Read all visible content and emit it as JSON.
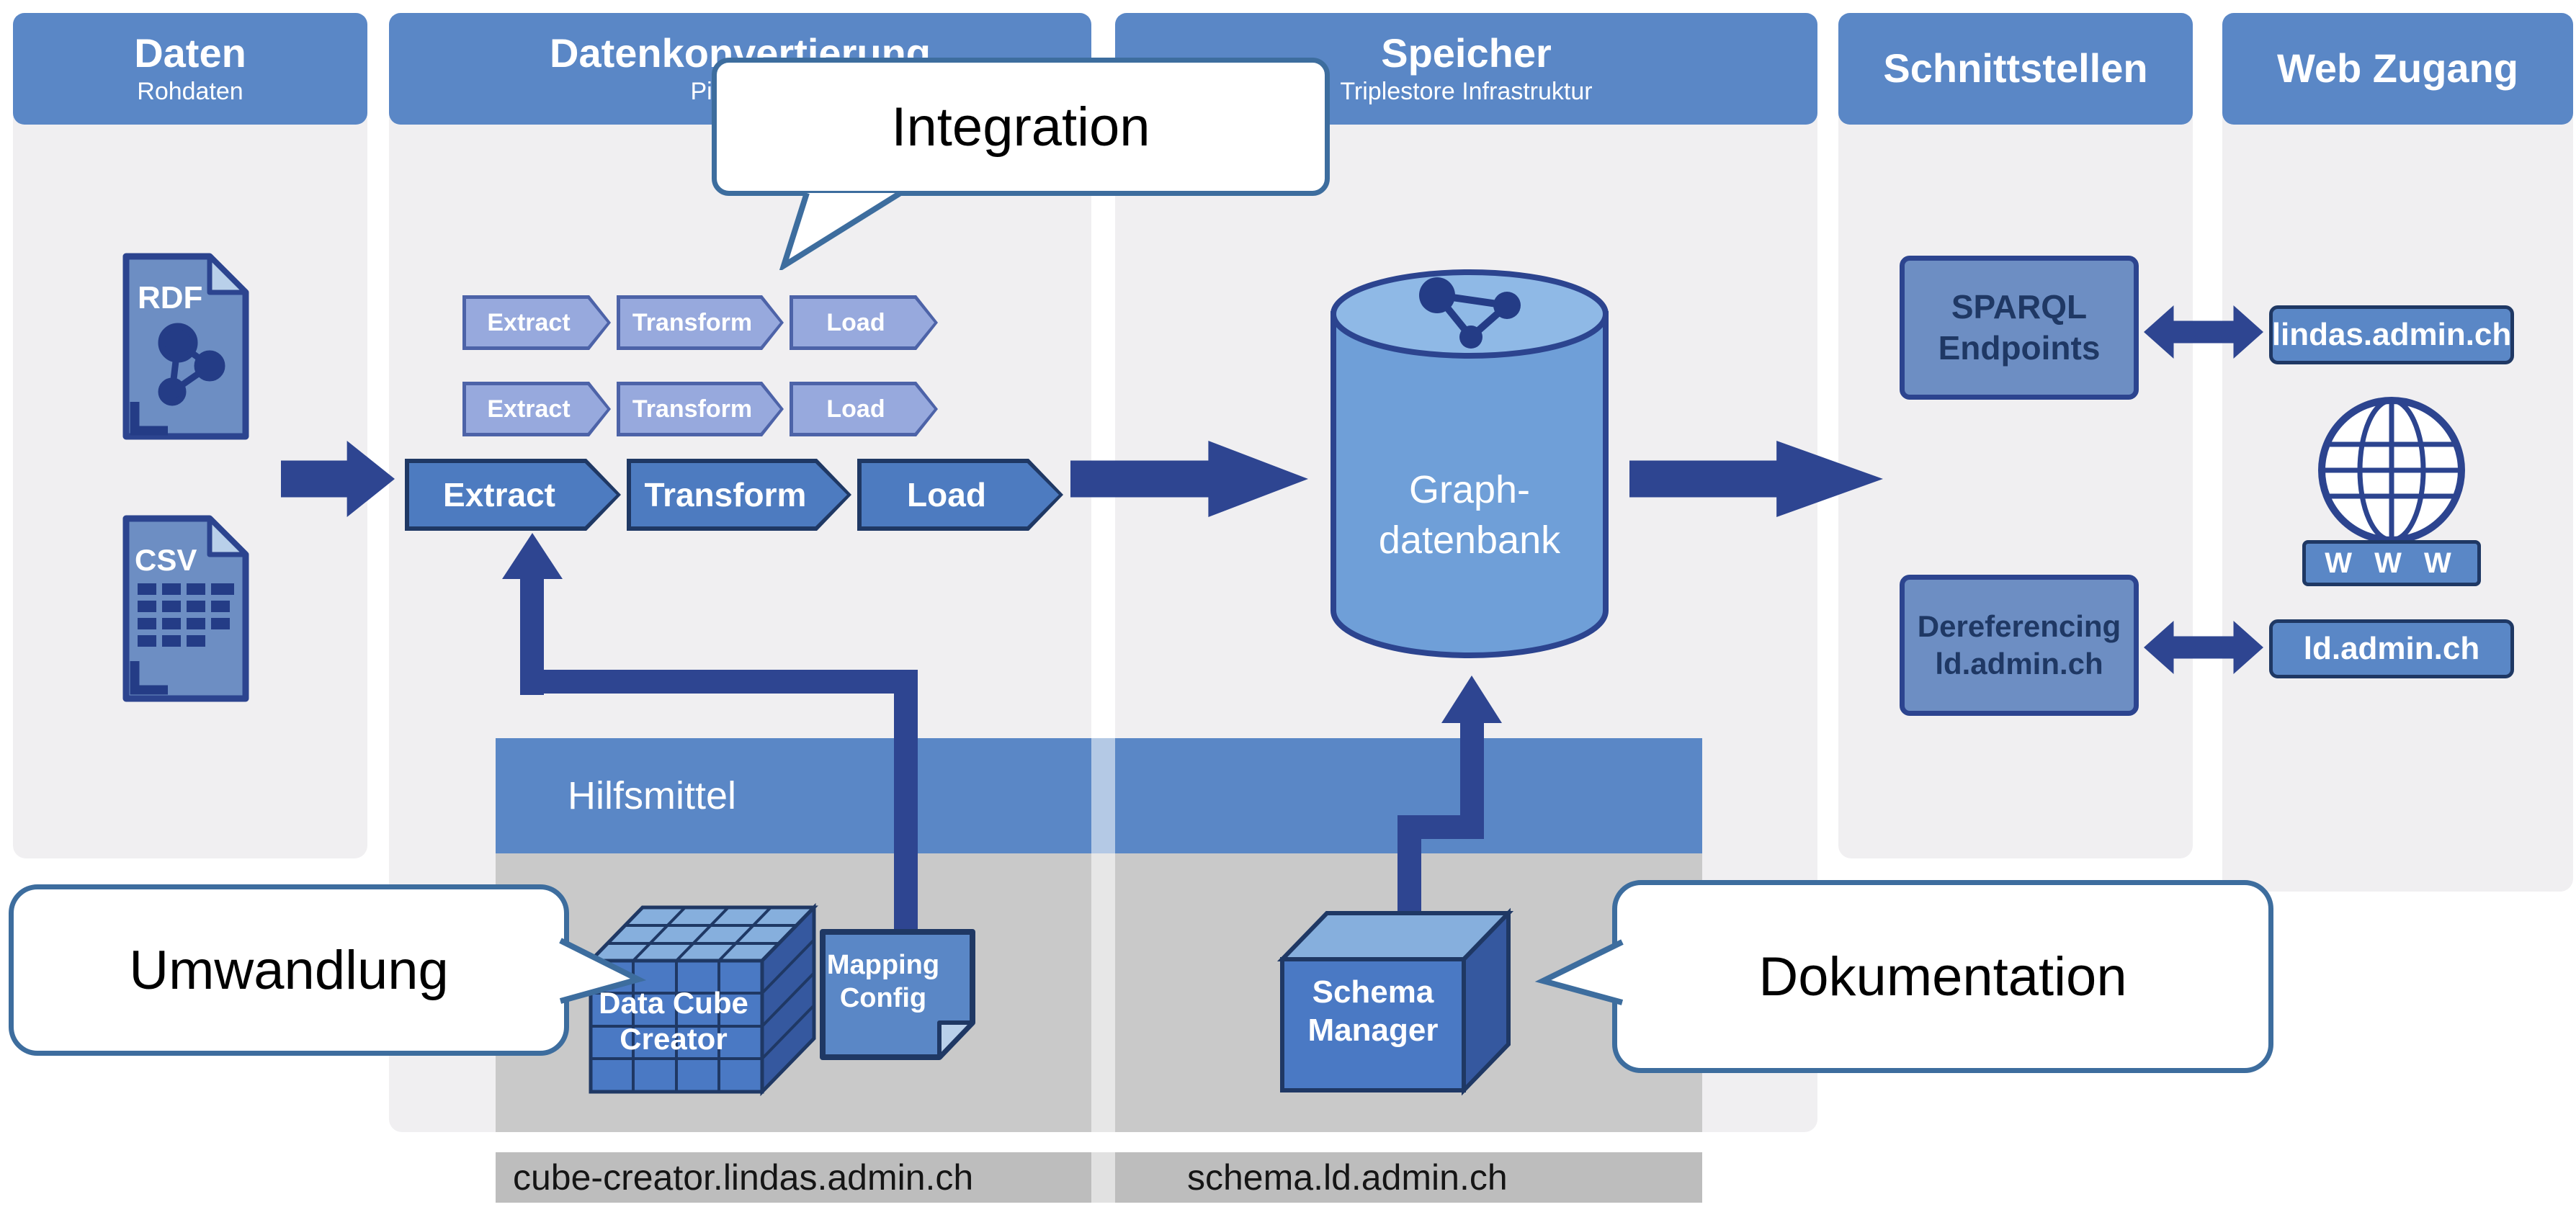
{
  "columns": [
    {
      "title": "Daten",
      "subtitle": "Rohdaten"
    },
    {
      "title": "Datenkonvertierung",
      "subtitle": "Pipelines"
    },
    {
      "title": "Speicher",
      "subtitle": "Triplestore Infrastruktur"
    },
    {
      "title": "Schnittstellen",
      "subtitle": ""
    },
    {
      "title": "Web Zugang",
      "subtitle": ""
    }
  ],
  "files": {
    "rdf": "RDF",
    "csv": "CSV"
  },
  "pipelines": {
    "row1": [
      "Extract",
      "Transform",
      "Load"
    ],
    "row2": [
      "Extract",
      "Transform",
      "Load"
    ],
    "main": [
      "Extract",
      "Transform",
      "Load"
    ]
  },
  "storage": {
    "label1": "Graph-",
    "label2": "datenbank"
  },
  "interfaces": {
    "sparql1": "SPARQL",
    "sparql2": "Endpoints",
    "deref1": "Dereferencing",
    "deref2": "ld.admin.ch"
  },
  "web": {
    "badge1": "lindas.admin.ch",
    "www": "W W W",
    "badge2": "ld.admin.ch"
  },
  "tools": {
    "title": "Hilfsmittel",
    "cube1": "Data Cube",
    "cube2": "Creator",
    "map1": "Mapping",
    "map2": "Config",
    "schema1": "Schema",
    "schema2": "Manager"
  },
  "callouts": {
    "integration": "Integration",
    "umwandlung": "Umwandlung",
    "dokumentation": "Dokumentation"
  },
  "footer": {
    "url1": "cube-creator.lindas.admin.ch",
    "url2": "schema.ld.admin.ch"
  },
  "colors": {
    "header_blue": "#5a87c6",
    "column_bg": "#f0eff1",
    "navy": "#2e4591",
    "etl_small_fill": "#97a9dd",
    "etl_big_fill": "#4d7bc0",
    "box_fill": "#6d8ec3",
    "box_text": "#1f3864",
    "cylinder_fill": "#6f9fd8",
    "cylinder_top": "#8fb9e6",
    "tools_gray": "#c9c9c9",
    "footer_gray": "#bdbdbd",
    "bubble_border": "#3d6d9e"
  }
}
